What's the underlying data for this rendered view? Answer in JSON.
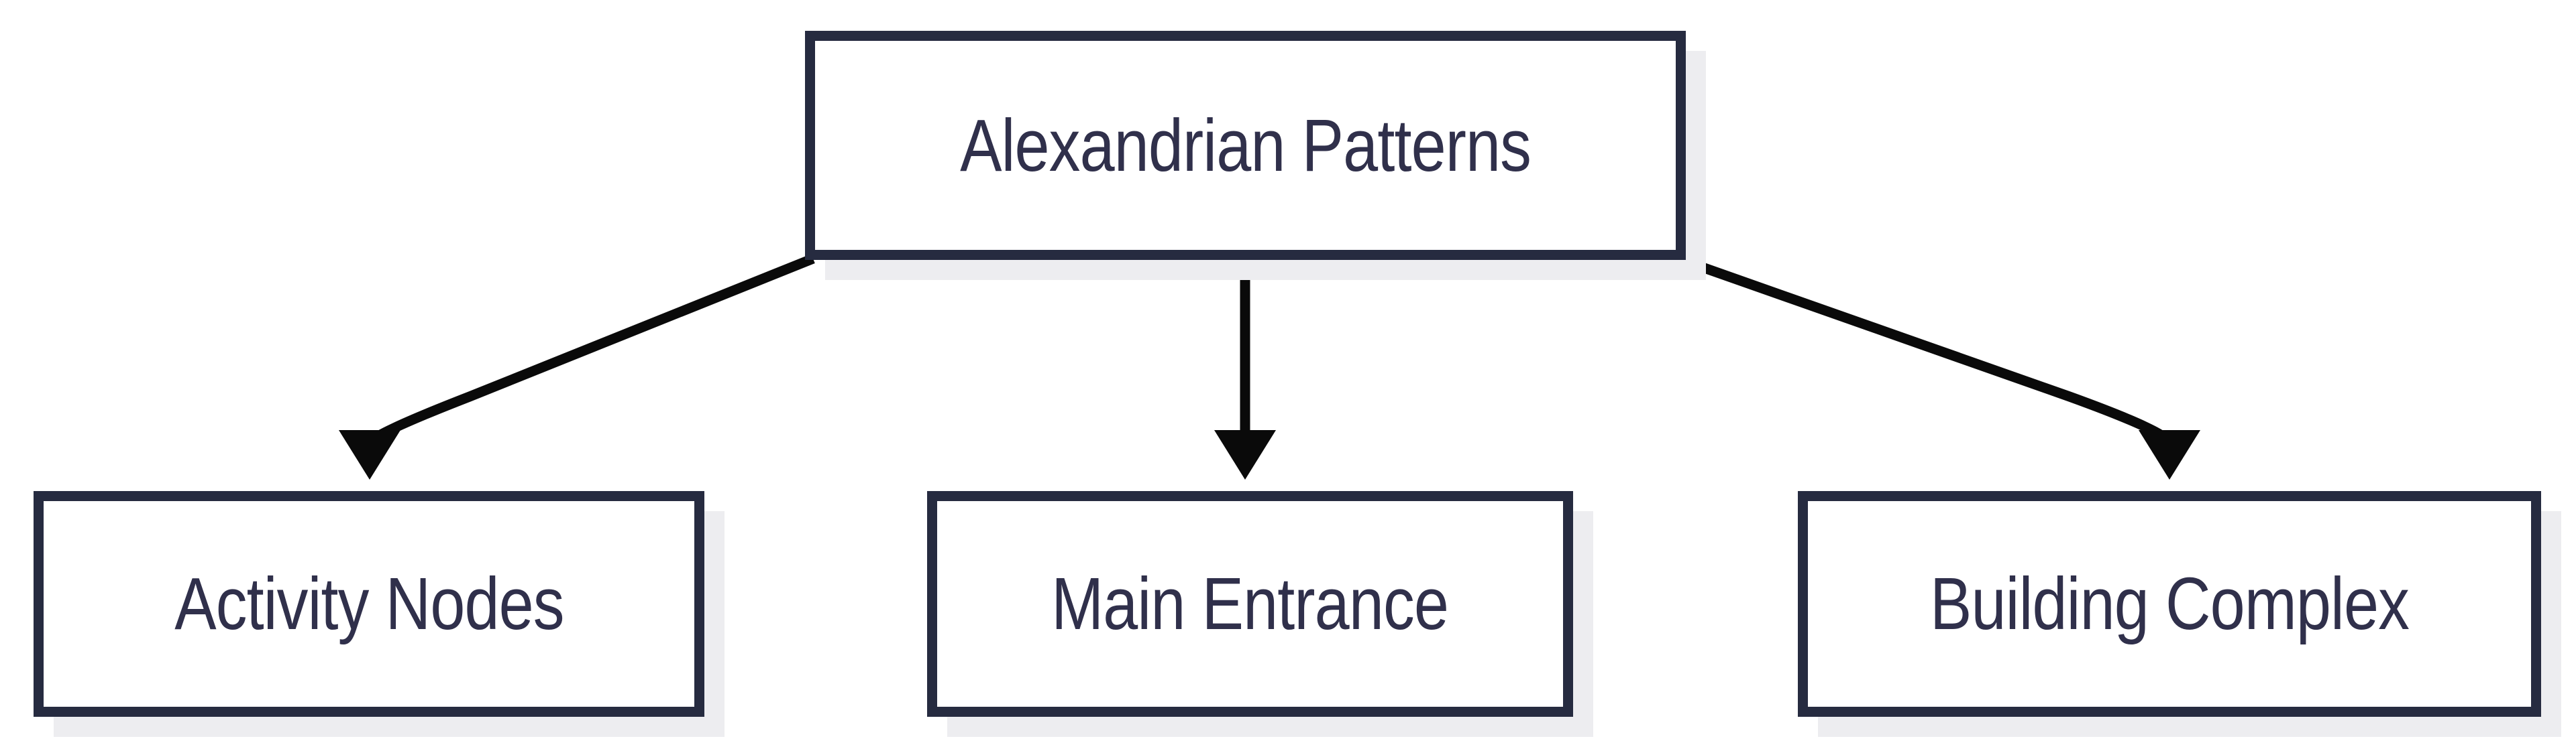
{
  "diagram": {
    "type": "flowchart",
    "direction": "top-down",
    "nodes": [
      {
        "id": "alexandrian-patterns",
        "label": "Alexandrian Patterns",
        "role": "root"
      },
      {
        "id": "activity-nodes",
        "label": "Activity Nodes",
        "role": "child"
      },
      {
        "id": "main-entrance",
        "label": "Main Entrance",
        "role": "child"
      },
      {
        "id": "building-complex",
        "label": "Building Complex",
        "role": "child"
      }
    ],
    "edges": [
      {
        "from": "Alexandrian Patterns",
        "to": "Activity Nodes",
        "arrow": "filled-triangle"
      },
      {
        "from": "Alexandrian Patterns",
        "to": "Main Entrance",
        "arrow": "filled-triangle"
      },
      {
        "from": "Alexandrian Patterns",
        "to": "Building Complex",
        "arrow": "filled-triangle"
      }
    ],
    "colors": {
      "background": "#ffffff",
      "node_fill": "#ffffff",
      "node_border": "#262b40",
      "node_text": "#30304b",
      "node_shadow": "#ededf0",
      "arrow": "#0a0a0a"
    }
  }
}
